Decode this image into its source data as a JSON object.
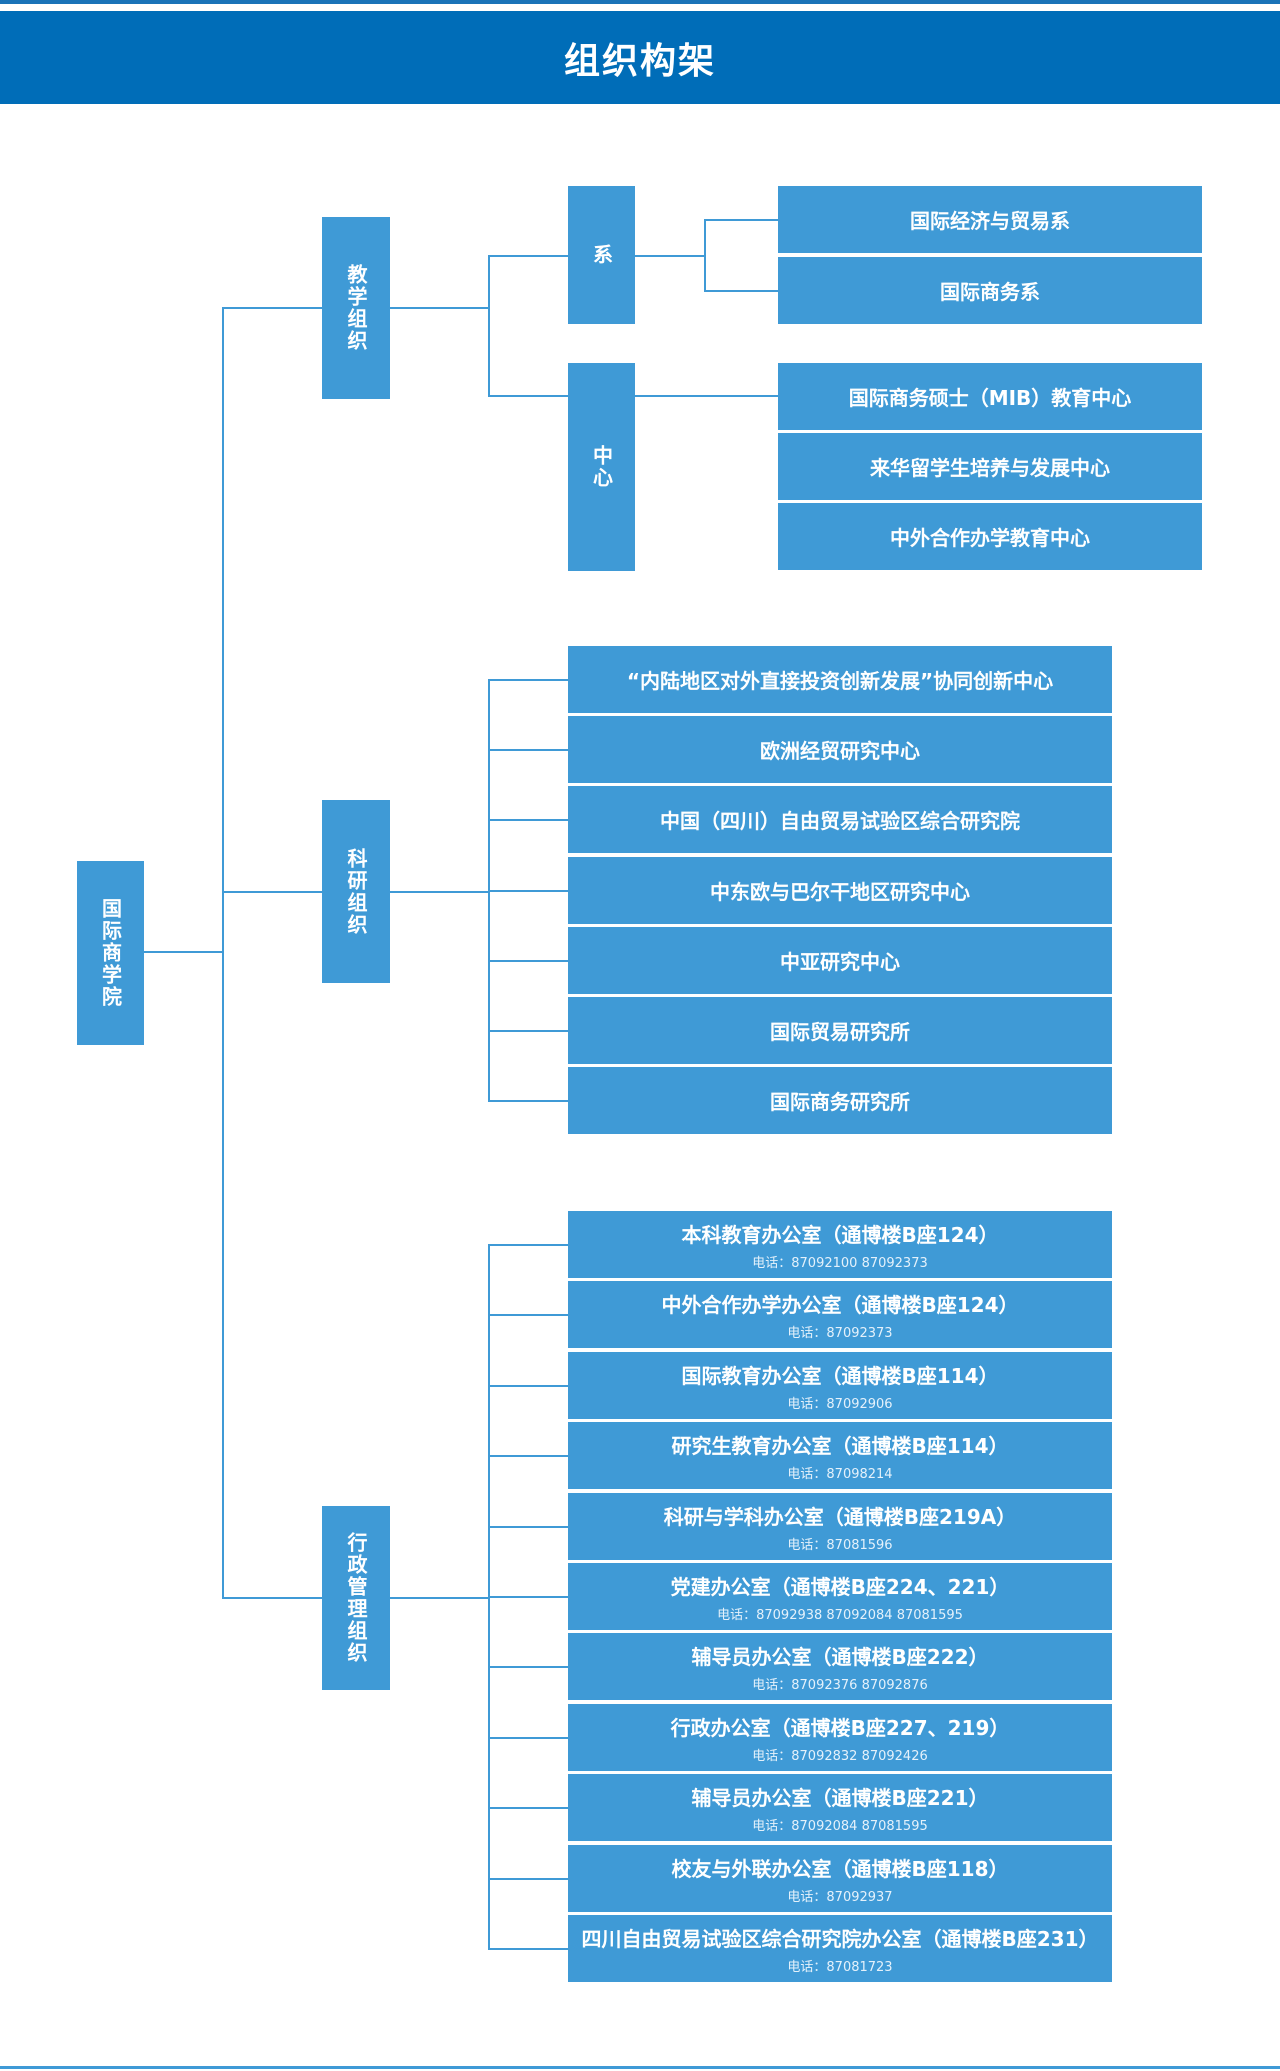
{
  "title": "组织构架",
  "root": "国际商学院",
  "phone_prefix": "电话：",
  "teaching": {
    "label": "教学组织",
    "departments": {
      "label": "系",
      "items": [
        "国际经济与贸易系",
        "国际商务系"
      ]
    },
    "centers": {
      "label": "中心",
      "items": [
        "国际商务硕士（MIB）教育中心",
        "来华留学生培养与发展中心",
        "中外合作办学教育中心"
      ]
    }
  },
  "research": {
    "label": "科研组织",
    "items": [
      "“内陆地区对外直接投资创新发展”协同创新中心",
      "欧洲经贸研究中心",
      "中国（四川）自由贸易试验区综合研究院",
      "中东欧与巴尔干地区研究中心",
      "中亚研究中心",
      "国际贸易研究所",
      "国际商务研究所"
    ]
  },
  "admin": {
    "label": "行政管理组织",
    "items": [
      {
        "name": "本科教育办公室（通博楼B座124）",
        "phones": "87092100   87092373"
      },
      {
        "name": "中外合作办学办公室（通博楼B座124）",
        "phones": "87092373"
      },
      {
        "name": "国际教育办公室（通博楼B座114）",
        "phones": "87092906"
      },
      {
        "name": "研究生教育办公室（通博楼B座114）",
        "phones": "87098214"
      },
      {
        "name": "科研与学科办公室（通博楼B座219A）",
        "phones": "87081596"
      },
      {
        "name": "党建办公室（通博楼B座224、221）",
        "phones": "87092938   87092084   87081595"
      },
      {
        "name": "辅导员办公室（通博楼B座222）",
        "phones": "87092376   87092876"
      },
      {
        "name": "行政办公室（通博楼B座227、219）",
        "phones": "87092832   87092426"
      },
      {
        "name": "辅导员办公室（通博楼B座221）",
        "phones": "87092084   87081595"
      },
      {
        "name": "校友与外联办公室（通博楼B座118）",
        "phones": "87092937"
      },
      {
        "name": "四川自由贸易试验区综合研究院办公室（通博楼B座231）",
        "phones": "87081723"
      }
    ]
  },
  "colors": {
    "header": "#006db8",
    "box": "#3f9ad6"
  }
}
